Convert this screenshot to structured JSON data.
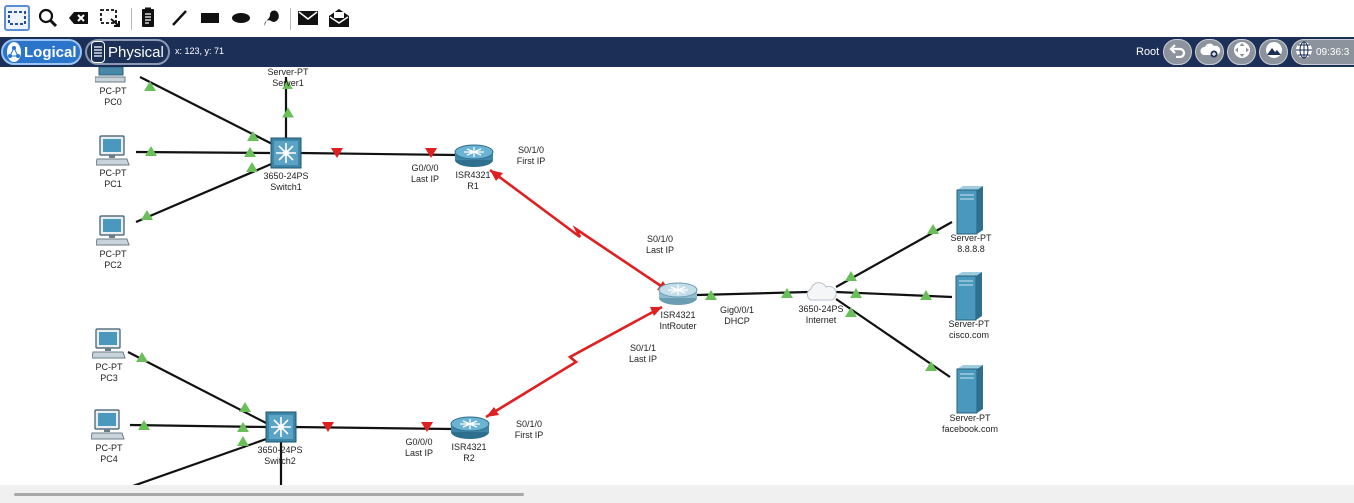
{
  "toolbar": {
    "tools": [
      "select-icon",
      "inspect-icon",
      "delete-icon",
      "resize-icon",
      "note-icon",
      "line-icon",
      "rectangle-icon",
      "ellipse-icon",
      "freeform-icon",
      "simple-pdu-icon",
      "complex-pdu-icon"
    ]
  },
  "navbar": {
    "logical_label": "Logical",
    "physical_label": "Physical",
    "coords": "x: 123, y: 71",
    "root_label": "Root",
    "clock": "09:36:3"
  },
  "devices": {
    "server1": {
      "type": "Server-PT",
      "name": "Server1"
    },
    "pc0": {
      "type": "PC-PT",
      "name": "PC0"
    },
    "pc1": {
      "type": "PC-PT",
      "name": "PC1"
    },
    "pc2": {
      "type": "PC-PT",
      "name": "PC2"
    },
    "switch1": {
      "type": "3650-24PS",
      "name": "Switch1"
    },
    "r1": {
      "type": "ISR4321",
      "name": "R1"
    },
    "introuter": {
      "type": "ISR4321",
      "name": "IntRouter"
    },
    "internet": {
      "type": "3650-24PS",
      "name": "Internet"
    },
    "srv8888": {
      "type": "Server-PT",
      "name": "8.8.8.8"
    },
    "srvcisco": {
      "type": "Server-PT",
      "name": "cisco.com"
    },
    "srvfacebook": {
      "type": "Server-PT",
      "name": "facebook.com"
    },
    "pc3": {
      "type": "PC-PT",
      "name": "PC3"
    },
    "pc4": {
      "type": "PC-PT",
      "name": "PC4"
    },
    "switch2": {
      "type": "3650-24PS",
      "name": "Switch2"
    },
    "r2": {
      "type": "ISR4321",
      "name": "R2"
    }
  },
  "labels": {
    "r1_g000": "G0/0/0",
    "r1_g000_ip": "Last IP",
    "r1_s010": "S0/1/0",
    "r1_s010_ip": "First IP",
    "int_s010": "S0/1/0",
    "int_s010_ip": "Last IP",
    "int_s011": "S0/1/1",
    "int_s011_ip": "Last IP",
    "int_gig": "Gig0/0/1",
    "int_gig_ip": "DHCP",
    "r2_g000": "G0/0/0",
    "r2_g000_ip": "Last IP",
    "r2_s010": "S0/1/0",
    "r2_s010_ip": "First IP"
  },
  "colors": {
    "link_up": "#6bbf5b",
    "link_down": "#e02020",
    "serial_link": "#e02020",
    "ethernet_link": "#111111",
    "nav_bar": "#1c2f57",
    "logical_active": "#2a74c9"
  }
}
